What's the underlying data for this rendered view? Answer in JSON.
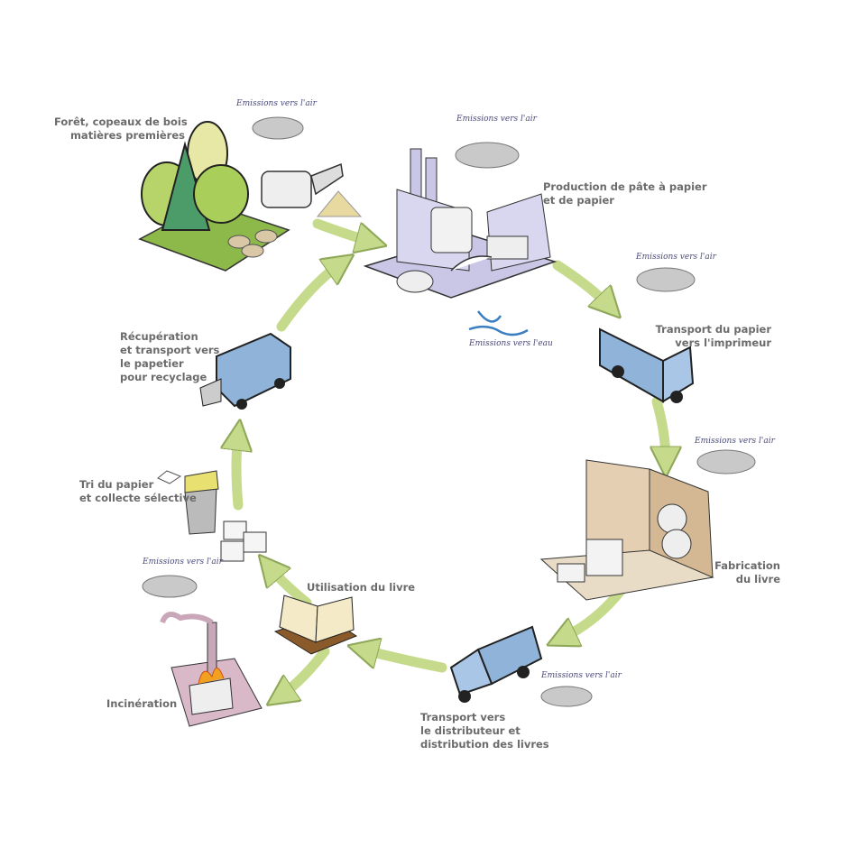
{
  "stages": {
    "forest": {
      "lines": [
        "Forêt, copeaux de bois",
        "matières premières"
      ]
    },
    "production": {
      "lines": [
        "Production de pâte à papier",
        "et de papier"
      ]
    },
    "transport_paper": {
      "lines": [
        "Transport du papier",
        "vers l'imprimeur"
      ]
    },
    "fabrication": {
      "lines": [
        "Fabrication",
        "du livre"
      ]
    },
    "transport_books": {
      "lines": [
        "Transport vers",
        "le distributeur et",
        "distribution des livres"
      ]
    },
    "use": {
      "lines": [
        "Utilisation du livre"
      ]
    },
    "incineration": {
      "lines": [
        "Incinération"
      ]
    },
    "sorting": {
      "lines": [
        "Tri du papier",
        "et collecte sélective"
      ]
    },
    "recovery": {
      "lines": [
        "Récupération",
        "et transport vers",
        "le papetier",
        "pour recyclage"
      ]
    }
  },
  "emissions": {
    "air": "Emissions vers l'air",
    "water": "Emissions vers l'eau"
  },
  "colors": {
    "arrow": "#c6da8c",
    "arrow_edge": "#8fa85a",
    "truck": "#8fb3d9",
    "cloud": "#c9c9c9",
    "factory": "#c9c6e6",
    "printshop": "#e4cfb3",
    "incinerator": "#d9b8c8",
    "label": "#6b6b6b"
  }
}
